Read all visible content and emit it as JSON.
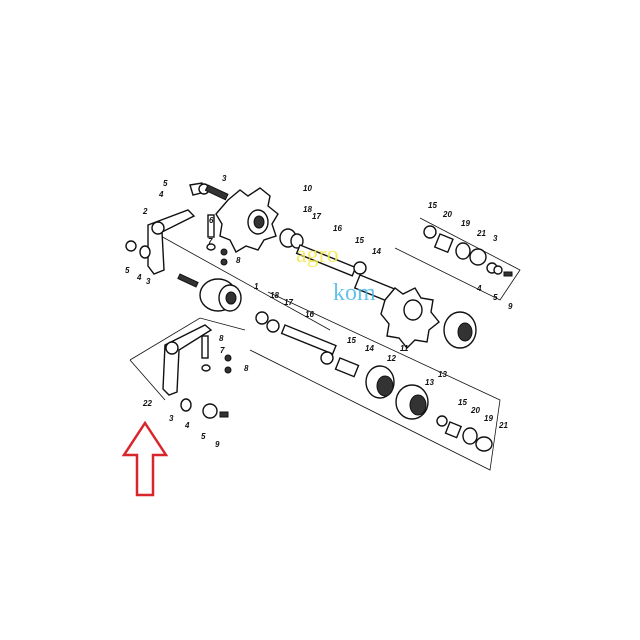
{
  "diagram": {
    "labels": [
      "5",
      "4",
      "3",
      "10",
      "2",
      "6",
      "7",
      "8",
      "5",
      "4",
      "3",
      "18",
      "17",
      "1",
      "18",
      "17",
      "16",
      "16",
      "15",
      "14",
      "15",
      "20",
      "19",
      "21",
      "3",
      "4",
      "5",
      "9",
      "11",
      "12",
      "13",
      "15",
      "14",
      "13",
      "15",
      "20",
      "19",
      "21",
      "8",
      "7",
      "8",
      "22",
      "3",
      "4",
      "5",
      "9"
    ],
    "watermark": {
      "line1": "agro",
      "line2": "kom"
    },
    "arrow_color": "#d9262b"
  }
}
